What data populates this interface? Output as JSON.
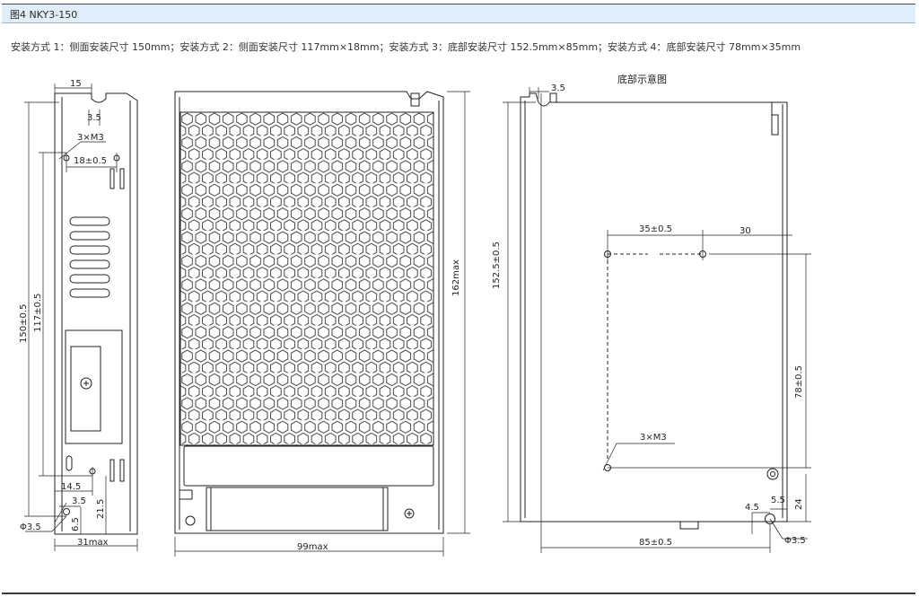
{
  "header": {
    "title": "图4 NKY3-150"
  },
  "description": "安装方式 1：侧面安装尺寸 150mm；安装方式 2：侧面安装尺寸 117mm×18mm；安装方式 3：底部安装尺寸 152.5mm×85mm；安装方式 4：底部安装尺寸 78mm×35mm",
  "side_view": {
    "dim_top": "15",
    "dim_slot": "3.5",
    "dim_holes": "3×M3",
    "dim_spacing": "18±0.5",
    "dim_height_outer": "150±0.5",
    "dim_height_inner": "117±0.5",
    "dim_bottom_offset": "14.5",
    "dim_bottom_small": "3.5",
    "dim_bottom_vertical": "21.5",
    "dim_bottom_tiny": "6.5",
    "dim_hole_dia": "Φ3.5",
    "dim_width": "31max"
  },
  "front_view": {
    "dim_height": "162max",
    "dim_width": "99max"
  },
  "bottom_view": {
    "title": "底部示意图",
    "dim_top_slot": "3.5",
    "dim_height": "152.5±0.5",
    "dim_hole_spacing": "35±0.5",
    "dim_hole_offset": "30",
    "dim_vertical": "78±0.5",
    "dim_holes": "3×M3",
    "dim_small_h": "4.5",
    "dim_small_h2": "5.5",
    "dim_small_v": "24",
    "dim_width": "85±0.5",
    "dim_hole_dia": "Φ3.5"
  }
}
